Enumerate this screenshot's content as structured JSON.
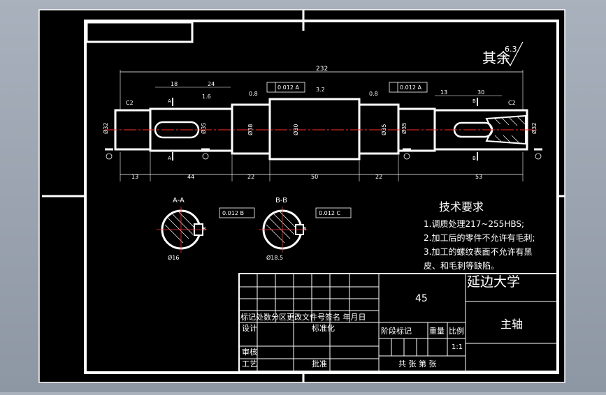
{
  "drawing": {
    "title_cn": "其余",
    "global_roughness": "6.3",
    "overall_length": "232",
    "dims_top": [
      "18",
      "24",
      "1.6",
      "3.2",
      "13",
      "30"
    ],
    "chamfer_left": "C2",
    "chamfer_right": "C2",
    "tol_frames": [
      "0.012 A",
      "0.012 A"
    ],
    "roughness_marks": [
      "0.8",
      "0.8"
    ],
    "diameters": [
      "Ø32",
      "Ø35",
      "Ø38",
      "Ø30",
      "Ø35",
      "Ø35",
      "Ø32"
    ],
    "dims_bottom": [
      "13",
      "44",
      "22",
      "50",
      "22",
      "53"
    ],
    "section_a_label": "A-A",
    "section_b_label": "B-B",
    "section_a_frame": "0.012 B",
    "section_b_frame": "0.012 C",
    "section_a_dia": "Ø16",
    "section_b_dia": "Ø18.5",
    "section_a_key": "8",
    "section_b_key": "6"
  },
  "notes": {
    "heading": "技术要求",
    "items": [
      "1.调质处理217~255HBS;",
      "2.加工后的零件不允许有毛刺;",
      "3.加工的螺纹表面不允许有黑",
      "皮、和毛刺等缺陷。"
    ]
  },
  "title_block": {
    "material": "45",
    "university": "延边大学",
    "part_name": "主轴",
    "header_row": "标记处数分区更改文件号签名 年月日",
    "designer_label": "设计",
    "standard_label": "标准化",
    "stage_label": "阶段标记",
    "weight_label": "重量",
    "scale_label": "比例",
    "scale_value": "1:1",
    "review_label": "审核",
    "process_label": "工艺",
    "approve_label": "批准",
    "sheet_label": "共 张 第 张"
  }
}
